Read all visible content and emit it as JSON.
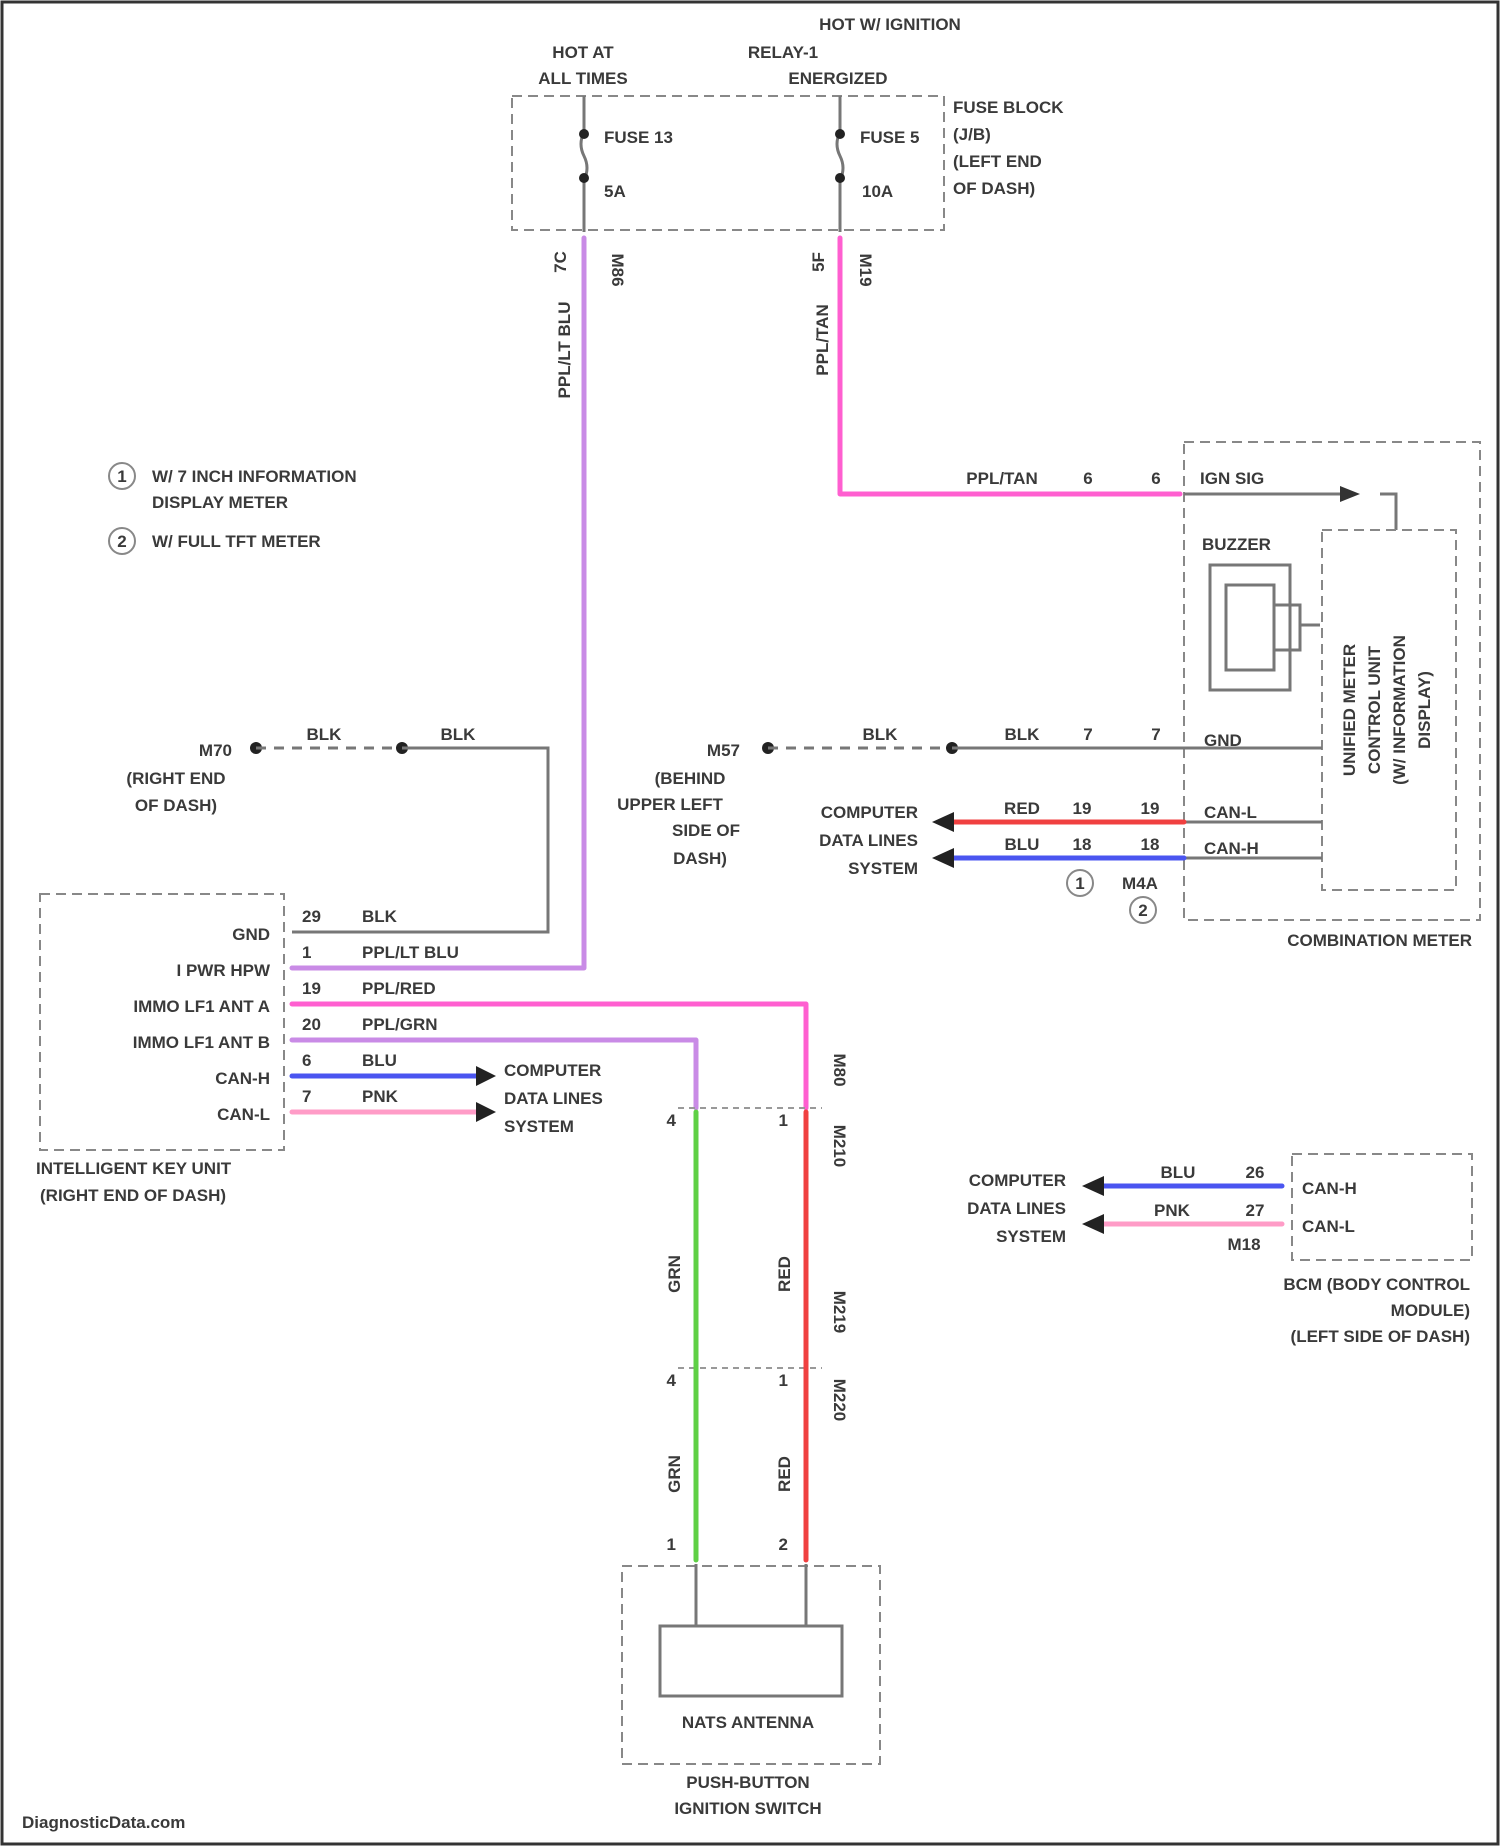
{
  "header": {
    "hot_ignition": "HOT W/ IGNITION",
    "hot_at": "HOT AT",
    "all_times": "ALL TIMES",
    "relay": "RELAY-1",
    "energized": "ENERGIZED"
  },
  "fuse_block": {
    "title": [
      "FUSE BLOCK",
      "(J/B)",
      "(LEFT END",
      "OF DASH)"
    ],
    "fuse1_name": "FUSE 13",
    "fuse1_amp": "5A",
    "fuse2_name": "FUSE 5",
    "fuse2_amp": "10A",
    "pin1": "7C",
    "conn1": "M86",
    "pin2": "5F",
    "conn2": "M19",
    "wire1_color": "PPL/LT BLU",
    "wire2_color": "PPL/TAN"
  },
  "legend": {
    "item1": [
      "W/ 7 INCH INFORMATION",
      "DISPLAY METER"
    ],
    "item2": "W/ FULL TFT METER",
    "num1": "1",
    "num2": "2"
  },
  "combination_meter": {
    "title": "COMBINATION METER",
    "ign_sig": "IGN SIG",
    "buzzer": "BUZZER",
    "gnd": "GND",
    "can_l": "CAN-L",
    "can_h": "CAN-H",
    "unit": [
      "UNIFIED METER",
      "CONTROL UNIT",
      "(W/ INFORMATION",
      "DISPLAY)"
    ],
    "wire_ign": "PPL/TAN",
    "pin_ign_a": "6",
    "pin_ign_b": "6",
    "wire_gnd": "BLK",
    "pin_gnd_a": "7",
    "pin_gnd_b": "7",
    "wire_canl": "RED",
    "pin_canl_a": "19",
    "pin_canl_b": "19",
    "wire_canh": "BLU",
    "pin_canh_a": "18",
    "pin_canh_b": "18",
    "conn_id": "M4A"
  },
  "ground_m57": {
    "label": "M57",
    "location": [
      "(BEHIND",
      "UPPER LEFT",
      "SIDE OF",
      "DASH)"
    ],
    "wire1": "BLK",
    "wire2": "BLK"
  },
  "computer_lines": [
    "COMPUTER",
    "DATA LINES",
    "SYSTEM"
  ],
  "ground_m70": {
    "label": "M70",
    "location": [
      "(RIGHT END",
      "OF DASH)"
    ],
    "wire1": "BLK",
    "wire2": "BLK"
  },
  "intelligent_key": {
    "title": [
      "INTELLIGENT KEY UNIT",
      "(RIGHT END OF DASH)"
    ],
    "pins": [
      {
        "label": "GND",
        "pin": "29",
        "wire": "BLK"
      },
      {
        "label": "I PWR HPW",
        "pin": "1",
        "wire": "PPL/LT BLU"
      },
      {
        "label": "IMMO LF1 ANT A",
        "pin": "19",
        "wire": "PPL/RED"
      },
      {
        "label": "IMMO LF1 ANT B",
        "pin": "20",
        "wire": "PPL/GRN"
      },
      {
        "label": "CAN-H",
        "pin": "6",
        "wire": "BLU"
      },
      {
        "label": "CAN-L",
        "pin": "7",
        "wire": "PNK"
      }
    ]
  },
  "antenna_harness": {
    "conn_top": "M80",
    "conn_mid": "M210",
    "conn_mid2": "M219",
    "conn_low": "M220",
    "wire_grn": "GRN",
    "wire_red": "RED",
    "pin_a": "4",
    "pin_b": "1",
    "pin_c": "4",
    "pin_d": "1",
    "pin_e": "1",
    "pin_f": "2"
  },
  "push_button": {
    "antenna": "NATS ANTENNA",
    "title": [
      "PUSH-BUTTON",
      "IGNITION SWITCH"
    ]
  },
  "bcm": {
    "can_h": "CAN-H",
    "can_l": "CAN-L",
    "wire_h": "BLU",
    "wire_l": "PNK",
    "pin_h": "26",
    "pin_l": "27",
    "conn": "M18",
    "title": [
      "BCM (BODY CONTROL",
      "MODULE)",
      "(LEFT SIDE OF DASH)"
    ]
  },
  "footer": "DiagnosticData.com",
  "colors": {
    "violet": "#c98be6",
    "magenta": "#ff5fd0",
    "pink": "#ff9cc7",
    "red": "#f04040",
    "blue": "#4a55f0",
    "green": "#5fd045",
    "black": "#555555"
  }
}
